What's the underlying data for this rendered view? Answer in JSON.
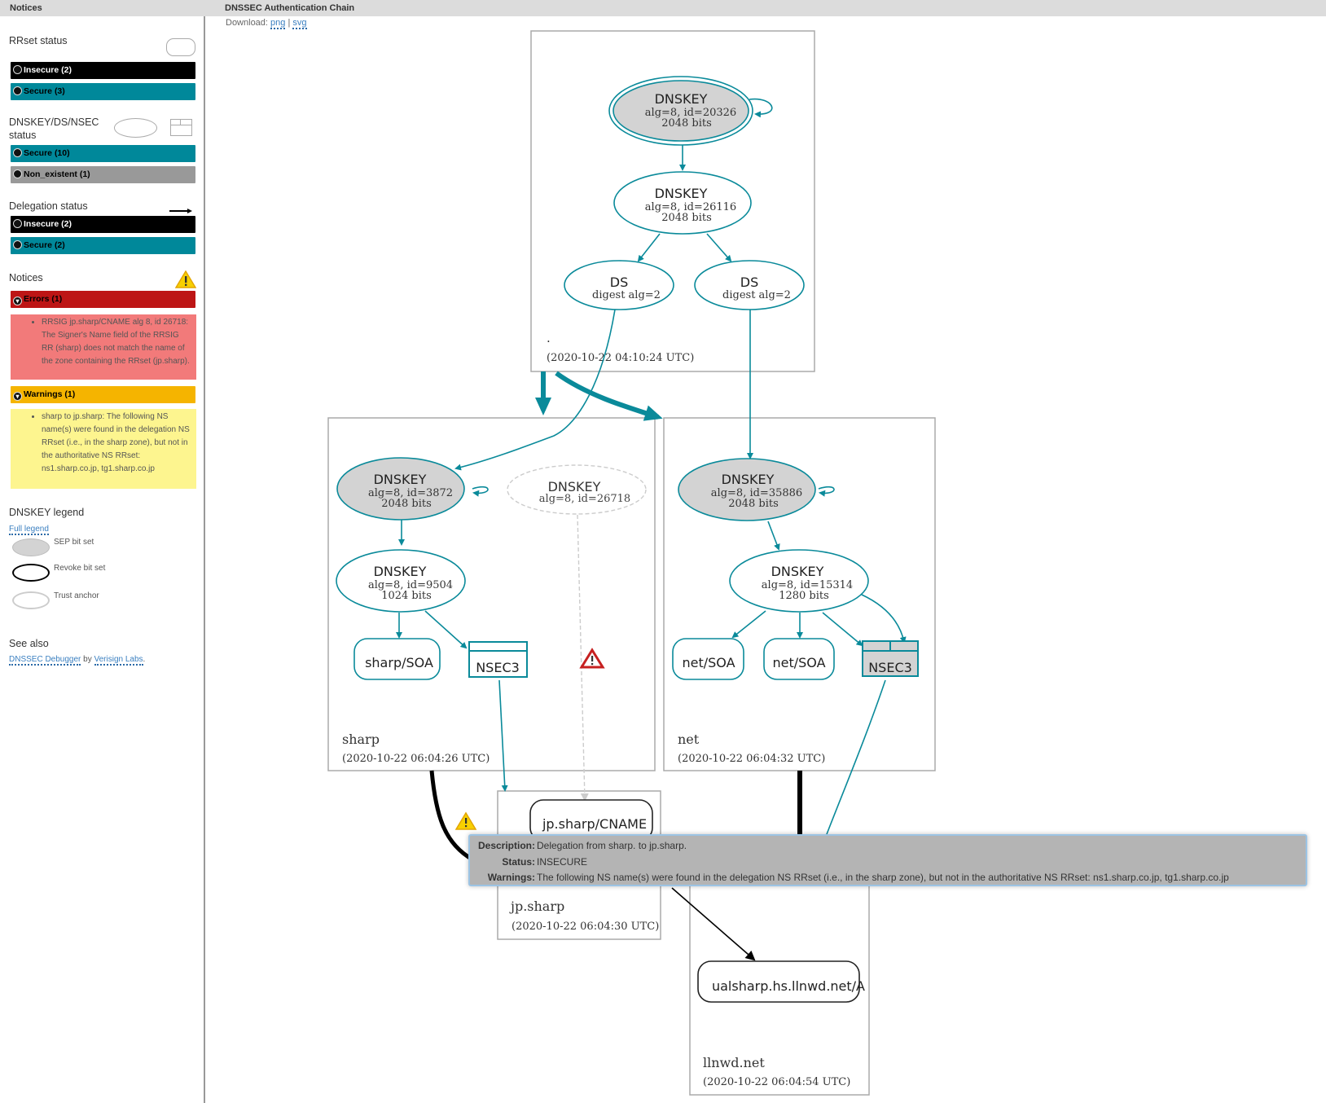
{
  "header": {
    "left_title": "Notices",
    "right_title": "DNSSEC Authentication Chain"
  },
  "download": {
    "label": "Download:",
    "png": "png",
    "sep": "|",
    "svg": "svg"
  },
  "sidebar": {
    "rrset_status": {
      "title": "RRset status",
      "items": [
        {
          "label": "Insecure (2)",
          "status": "insecure"
        },
        {
          "label": "Secure (3)",
          "status": "secure"
        }
      ]
    },
    "dnskey_status": {
      "title": "DNSKEY/DS/NSEC status",
      "items": [
        {
          "label": "Secure (10)",
          "status": "secure"
        },
        {
          "label": "Non_existent (1)",
          "status": "non_existent"
        }
      ]
    },
    "delegation_status": {
      "title": "Delegation status",
      "items": [
        {
          "label": "Insecure (2)",
          "status": "insecure"
        },
        {
          "label": "Secure (2)",
          "status": "secure"
        }
      ]
    },
    "notices": {
      "title": "Notices",
      "errors_label": "Errors (1)",
      "errors": [
        "RRSIG jp.sharp/CNAME alg 8, id 26718: The Signer's Name field of the RRSIG RR (sharp) does not match the name of the zone containing the RRset (jp.sharp)."
      ],
      "warnings_label": "Warnings (1)",
      "warnings": [
        "sharp to jp.sharp: The following NS name(s) were found in the delegation NS RRset (i.e., in the sharp zone), but not in the authoritative NS RRset: ns1.sharp.co.jp, tg1.sharp.co.jp"
      ]
    },
    "dnskey_legend": {
      "title": "DNSKEY legend",
      "full_legend": "Full legend",
      "items": [
        "SEP bit set",
        "Revoke bit set",
        "Trust anchor"
      ]
    },
    "see_also": {
      "title": "See also",
      "link1": "DNSSEC Debugger",
      "by": "by",
      "link2": "Verisign Labs",
      "period": "."
    }
  },
  "colors": {
    "secure": "#00889a",
    "insecure": "#000000",
    "non_existent": "#999999",
    "error": "#bd1515",
    "warning": "#f5b400",
    "sep_fill": "#d3d3d3"
  },
  "graph": {
    "zones": {
      "root": {
        "name": ".",
        "time": "(2020-10-22 04:10:24 UTC)"
      },
      "sharp": {
        "name": "sharp",
        "time": "(2020-10-22 06:04:26 UTC)"
      },
      "net": {
        "name": "net",
        "time": "(2020-10-22 06:04:32 UTC)"
      },
      "jp_sharp": {
        "name": "jp.sharp",
        "time": "(2020-10-22 06:04:30 UTC)"
      },
      "llnwd": {
        "name": "llnwd.net",
        "time": "(2020-10-22 06:04:54 UTC)"
      }
    },
    "nodes": {
      "root_ksk": {
        "type": "DNSKEY",
        "l2": "alg=8, id=20326",
        "l3": "2048 bits"
      },
      "root_zsk": {
        "type": "DNSKEY",
        "l2": "alg=8, id=26116",
        "l3": "2048 bits"
      },
      "ds_sharp": {
        "type": "DS",
        "l2": "digest alg=2"
      },
      "ds_net": {
        "type": "DS",
        "l2": "digest alg=2"
      },
      "sharp_ksk": {
        "type": "DNSKEY",
        "l2": "alg=8, id=3872",
        "l3": "2048 bits"
      },
      "sharp_missing": {
        "type": "DNSKEY",
        "l2": "alg=8, id=26718"
      },
      "sharp_zsk": {
        "type": "DNSKEY",
        "l2": "alg=8, id=9504",
        "l3": "1024 bits"
      },
      "sharp_soa": {
        "label": "sharp/SOA"
      },
      "sharp_nsec3": {
        "label": "NSEC3"
      },
      "net_ksk": {
        "type": "DNSKEY",
        "l2": "alg=8, id=35886",
        "l3": "2048 bits"
      },
      "net_zsk": {
        "type": "DNSKEY",
        "l2": "alg=8, id=15314",
        "l3": "1280 bits"
      },
      "net_soa1": {
        "label": "net/SOA"
      },
      "net_soa2": {
        "label": "net/SOA"
      },
      "net_nsec3": {
        "label": "NSEC3"
      },
      "jp_cname": {
        "label": "jp.sharp/CNAME"
      },
      "llnwd_a": {
        "label": "ualsharp.hs.llnwd.net/A"
      }
    }
  },
  "tooltip": {
    "description_label": "Description:",
    "description": "Delegation from sharp. to jp.sharp.",
    "status_label": "Status:",
    "status": "INSECURE",
    "warnings_label": "Warnings:",
    "warnings": "The following NS name(s) were found in the delegation NS RRset (i.e., in the sharp zone), but not in the authoritative NS RRset: ns1.sharp.co.jp, tg1.sharp.co.jp"
  }
}
